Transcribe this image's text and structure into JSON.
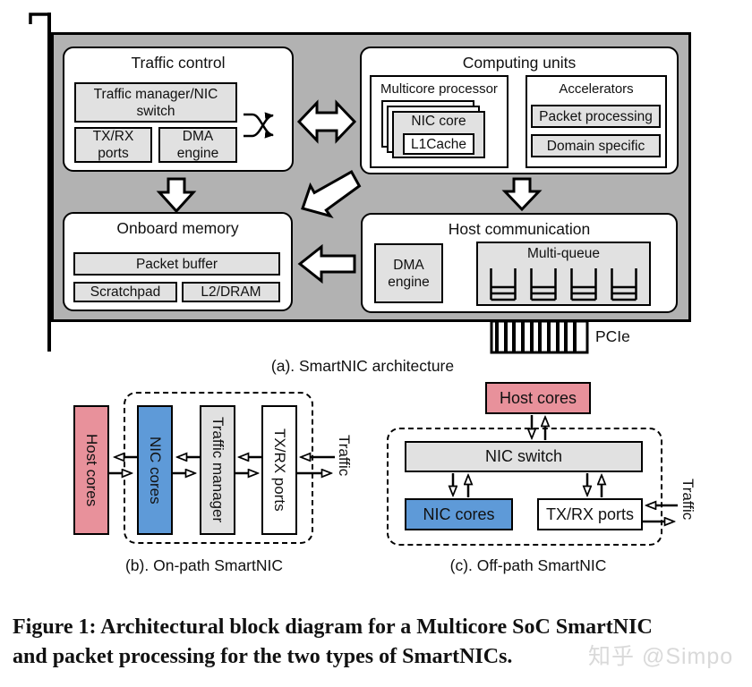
{
  "colors": {
    "board_gray": "#b2b2b2",
    "light_gray": "#e1e1e1",
    "host_red": "#e8919b",
    "nic_blue": "#5e9ad8",
    "watermark_gray": "#d9d9d9"
  },
  "a": {
    "caption": "(a). SmartNIC architecture",
    "pcie": "PCIe",
    "traffic_control": {
      "title": "Traffic control",
      "tm_switch_line1": "Traffic manager/NIC",
      "tm_switch_line2": "switch",
      "txrx_ports": "TX/RX ports",
      "dma_engine": "DMA engine"
    },
    "computing_units": {
      "title": "Computing units",
      "multicore": "Multicore processor",
      "nic_core": "NIC core",
      "l1cache": "L1Cache",
      "accelerators": "Accelerators",
      "packet_processing": "Packet processing",
      "domain_specific": "Domain specific"
    },
    "onboard_memory": {
      "title": "Onboard memory",
      "packet_buffer": "Packet buffer",
      "scratchpad": "Scratchpad",
      "l2_dram": "L2/DRAM"
    },
    "host_comm": {
      "title": "Host communication",
      "dma_engine": "DMA engine",
      "multi_queue": "Multi-queue"
    }
  },
  "b": {
    "caption": "(b). On-path SmartNIC",
    "host_cores": "Host cores",
    "nic_cores": "NIC cores",
    "traffic_manager": "Traffic manager",
    "txrx_ports": "TX/RX ports",
    "traffic": "Traffic"
  },
  "c": {
    "caption": "(c). Off-path SmartNIC",
    "host_cores": "Host cores",
    "nic_switch": "NIC switch",
    "nic_cores": "NIC cores",
    "txrx_ports": "TX/RX ports",
    "traffic": "Traffic"
  },
  "figure_caption": {
    "line1": "Figure 1: Architectural block diagram for a Multicore SoC SmartNIC",
    "line2": "and packet processing for the two types of SmartNICs."
  },
  "watermark": "知乎 @Simpo"
}
